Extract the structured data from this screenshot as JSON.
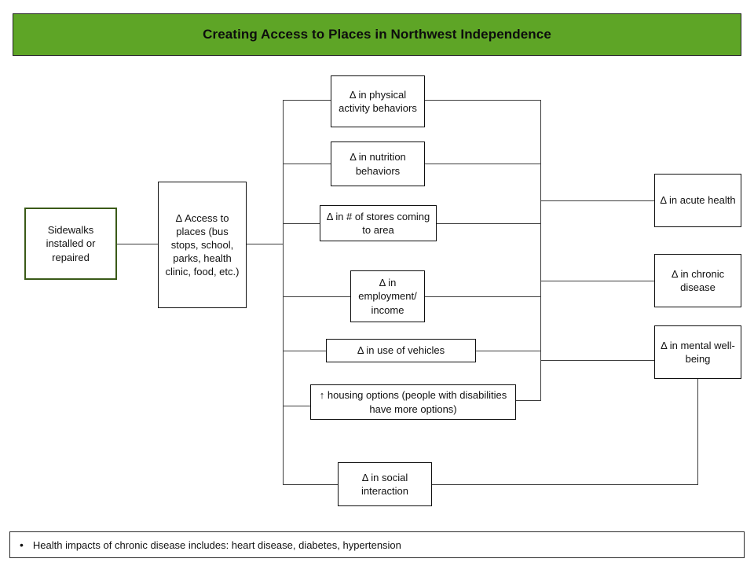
{
  "title": {
    "text": "Creating Access to Places in Northwest Independence",
    "banner_color": "#5EA526"
  },
  "nodes": {
    "source": {
      "label": "Sidewalks installed or repaired",
      "border_color": "#3A5A18"
    },
    "access": {
      "label": "Δ  Access to places (bus stops, school, parks, health clinic, food, etc.)"
    },
    "intermediate": [
      {
        "label": "Δ in physical activity behaviors"
      },
      {
        "label": "Δ in nutrition behaviors"
      },
      {
        "label": "Δ in # of stores coming to area"
      },
      {
        "label": "Δ in employment/ income"
      },
      {
        "label": "Δ  in use of vehicles"
      },
      {
        "label": "↑ housing options (people with disabilities have more options)"
      },
      {
        "label": "Δ in social interaction"
      }
    ],
    "outcomes": [
      {
        "label": "Δ in acute health"
      },
      {
        "label": "Δ in chronic disease"
      },
      {
        "label": "Δ in mental well-being"
      }
    ]
  },
  "footnote": {
    "bullet": "•",
    "text": "Health impacts of chronic disease includes: heart disease, diabetes, hypertension"
  }
}
